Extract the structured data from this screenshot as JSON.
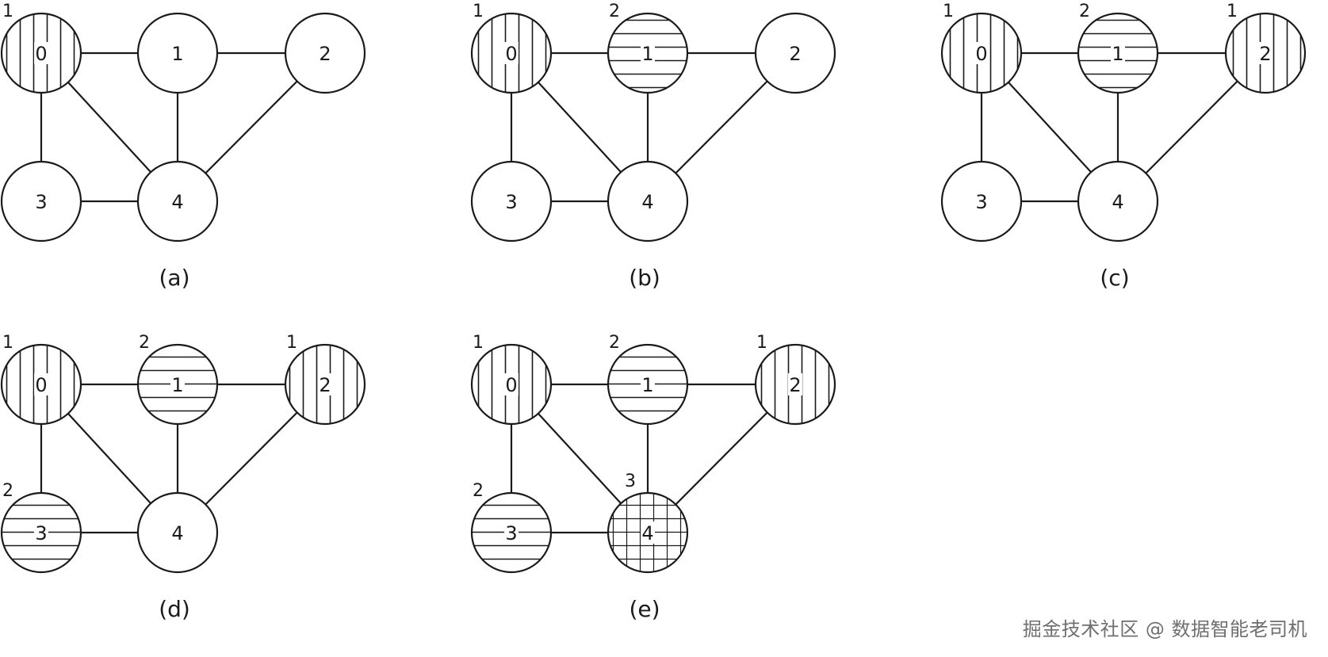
{
  "watermark": "掘金技术社区 @ 数据智能老司机",
  "pattern_legend": {
    "1": "vertical-stripes",
    "2": "horizontal-stripes",
    "3": "grid-crosshatch"
  },
  "graph": {
    "nodes": [
      "0",
      "1",
      "2",
      "3",
      "4"
    ],
    "edges": [
      [
        "0",
        "1"
      ],
      [
        "1",
        "2"
      ],
      [
        "0",
        "3"
      ],
      [
        "0",
        "4"
      ],
      [
        "1",
        "4"
      ],
      [
        "2",
        "4"
      ],
      [
        "3",
        "4"
      ]
    ]
  },
  "panels": [
    {
      "caption": "(a)",
      "colors": {
        "0": "1"
      }
    },
    {
      "caption": "(b)",
      "colors": {
        "0": "1",
        "1": "2"
      }
    },
    {
      "caption": "(c)",
      "colors": {
        "0": "1",
        "1": "2",
        "2": "1"
      }
    },
    {
      "caption": "(d)",
      "colors": {
        "0": "1",
        "1": "2",
        "2": "1",
        "3": "2"
      }
    },
    {
      "caption": "(e)",
      "colors": {
        "0": "1",
        "1": "2",
        "2": "1",
        "3": "2",
        "4": "3"
      }
    }
  ]
}
